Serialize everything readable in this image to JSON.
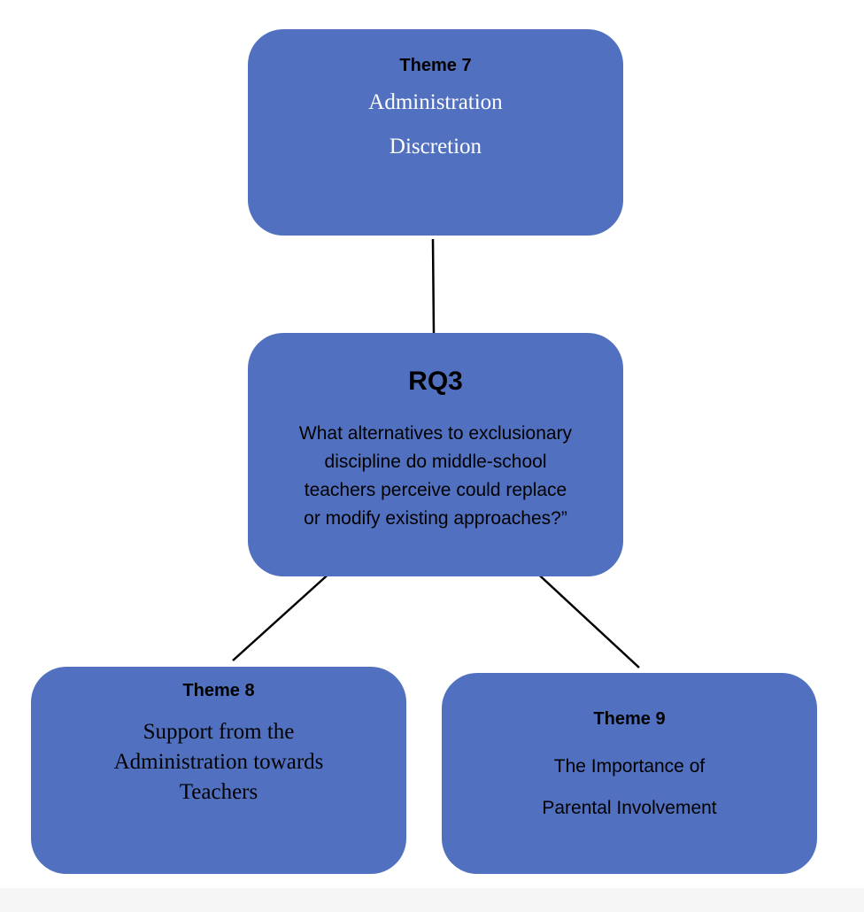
{
  "theme7": {
    "title": "Theme 7",
    "lines": [
      "Administration",
      "Discretion"
    ]
  },
  "rq3": {
    "title": "RQ3",
    "question_lines": [
      "What alternatives to exclusionary",
      "discipline do middle-school",
      "teachers perceive could replace",
      "or modify existing approaches?”"
    ]
  },
  "theme8": {
    "title": "Theme 8",
    "lines": [
      "Support from the",
      "Administration towards",
      "Teachers"
    ]
  },
  "theme9": {
    "title": "Theme 9",
    "lines": [
      "The Importance of",
      "Parental Involvement"
    ]
  },
  "colors": {
    "box_fill": "#5171c0",
    "connector": "#000000"
  }
}
